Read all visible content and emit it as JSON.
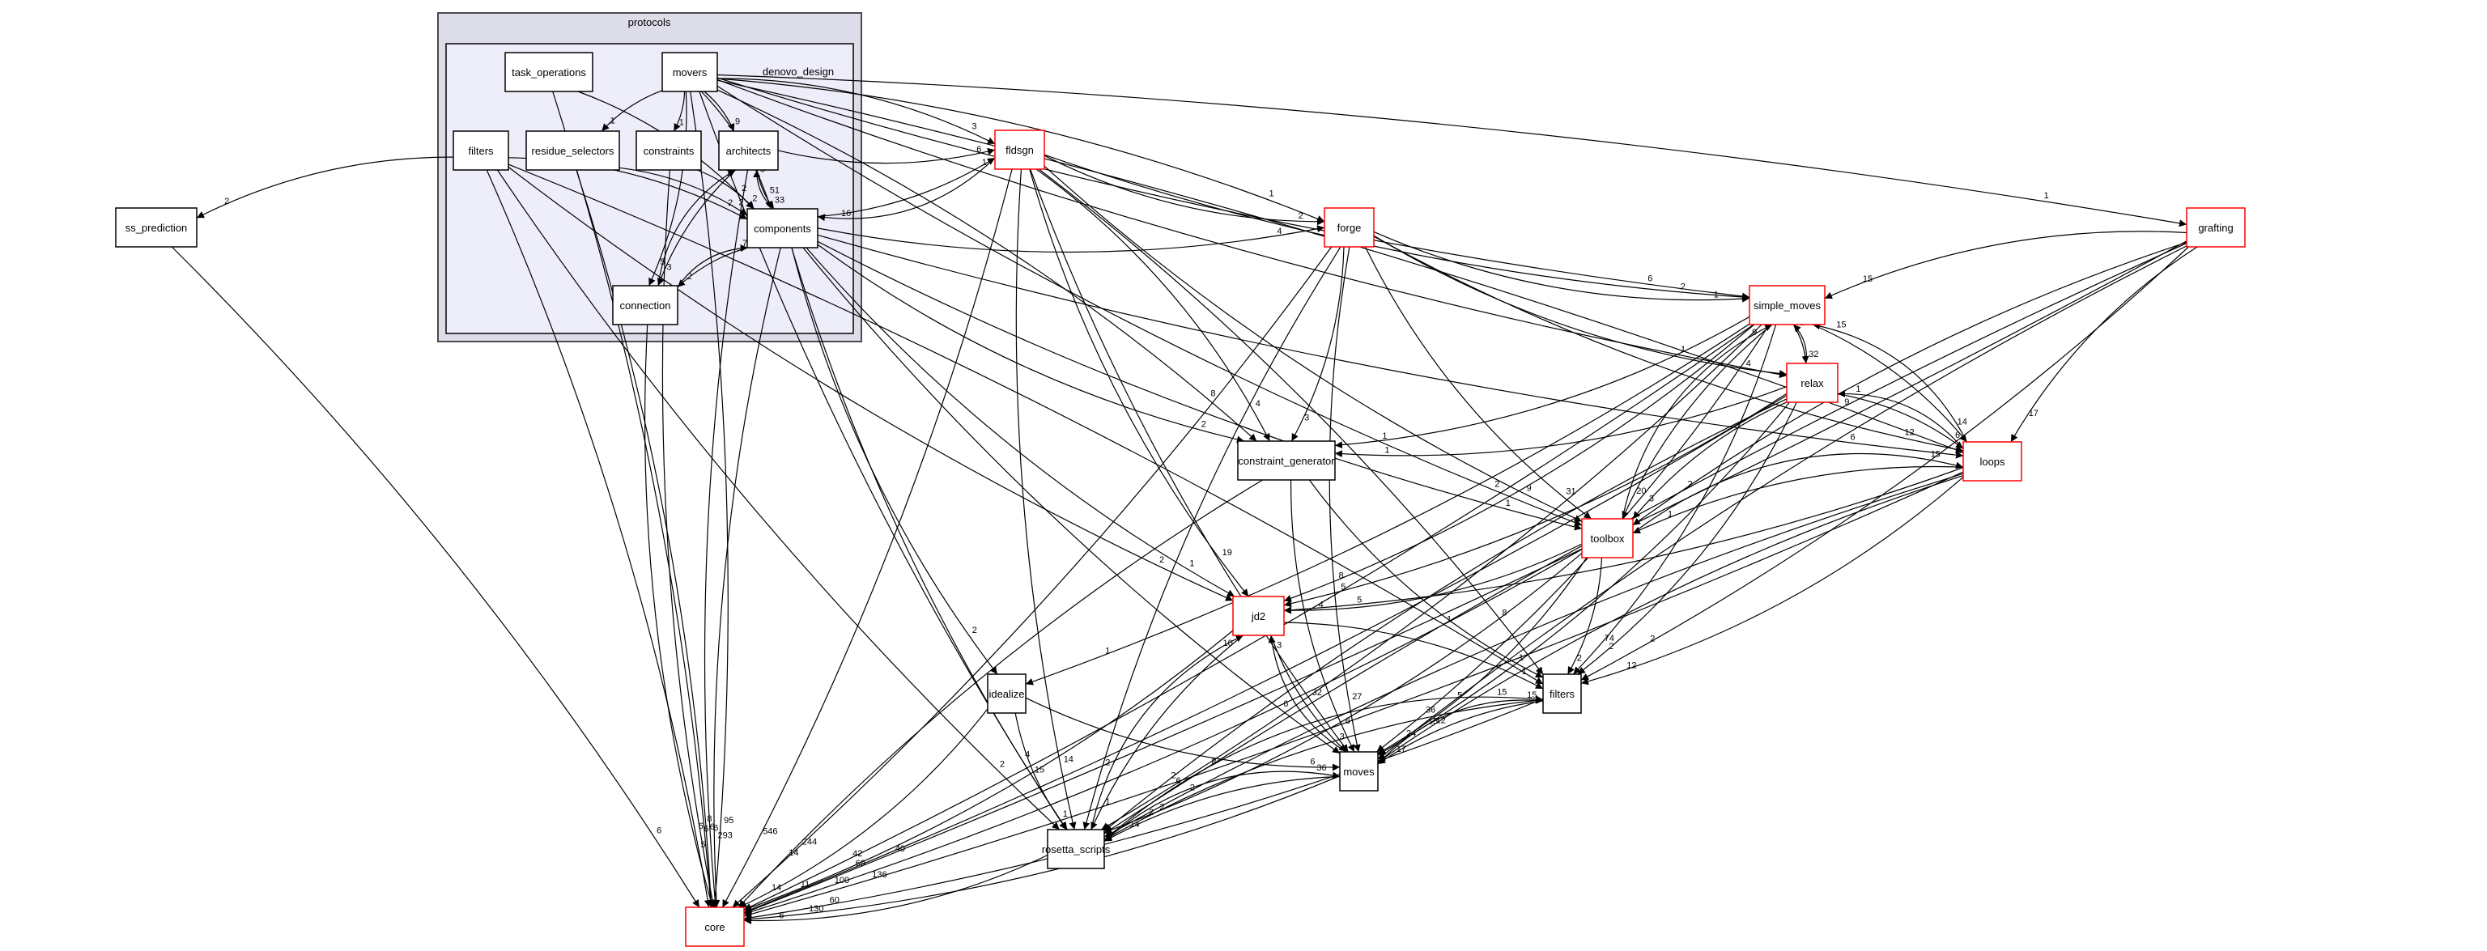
{
  "diagram": {
    "title": "denovo_design directory dependency graph",
    "clusters": [
      {
        "id": "protocols",
        "label": "protocols",
        "fill": "#dddde9",
        "stroke": "#4a4a4f"
      },
      {
        "id": "denovo_design",
        "label": "denovo_design",
        "fill": "#eeeefa",
        "stroke": "#000000"
      }
    ],
    "nodes": [
      {
        "id": "task_operations",
        "label": "task_operations",
        "cluster": "denovo_design",
        "border": "#000000"
      },
      {
        "id": "movers",
        "label": "movers",
        "cluster": "denovo_design",
        "border": "#000000"
      },
      {
        "id": "filters_dd",
        "label": "filters",
        "cluster": "denovo_design",
        "border": "#000000"
      },
      {
        "id": "residue_selectors",
        "label": "residue_selectors",
        "cluster": "denovo_design",
        "border": "#000000"
      },
      {
        "id": "constraints",
        "label": "constraints",
        "cluster": "denovo_design",
        "border": "#000000"
      },
      {
        "id": "architects",
        "label": "architects",
        "cluster": "denovo_design",
        "border": "#000000"
      },
      {
        "id": "components",
        "label": "components",
        "cluster": "denovo_design",
        "border": "#000000"
      },
      {
        "id": "connection",
        "label": "connection",
        "cluster": "denovo_design",
        "border": "#000000"
      },
      {
        "id": "ss_prediction",
        "label": "ss_prediction",
        "border": "#000000"
      },
      {
        "id": "fldsgn",
        "label": "fldsgn",
        "border": "#ff0000"
      },
      {
        "id": "forge",
        "label": "forge",
        "border": "#ff0000"
      },
      {
        "id": "grafting",
        "label": "grafting",
        "border": "#ff0000"
      },
      {
        "id": "simple_moves",
        "label": "simple_moves",
        "border": "#ff0000"
      },
      {
        "id": "relax",
        "label": "relax",
        "border": "#ff0000"
      },
      {
        "id": "loops",
        "label": "loops",
        "border": "#ff0000"
      },
      {
        "id": "constraint_generator",
        "label": "constraint_generator",
        "border": "#000000"
      },
      {
        "id": "toolbox",
        "label": "toolbox",
        "border": "#ff0000"
      },
      {
        "id": "jd2",
        "label": "jd2",
        "border": "#ff0000"
      },
      {
        "id": "idealize",
        "label": "idealize",
        "border": "#000000"
      },
      {
        "id": "filters",
        "label": "filters",
        "border": "#000000"
      },
      {
        "id": "moves",
        "label": "moves",
        "border": "#000000"
      },
      {
        "id": "rosetta_scripts",
        "label": "rosetta_scripts",
        "border": "#000000"
      },
      {
        "id": "core",
        "label": "core",
        "border": "#ff0000"
      }
    ],
    "edges": [
      {
        "from": "movers",
        "to": "architects",
        "label": "9"
      },
      {
        "from": "movers",
        "to": "residue_selectors",
        "label": "1"
      },
      {
        "from": "movers",
        "to": "constraints",
        "label": "1"
      },
      {
        "from": "movers",
        "to": "components",
        "label": "51"
      },
      {
        "from": "movers",
        "to": "fldsgn",
        "label": "3"
      },
      {
        "from": "movers",
        "to": "forge",
        "label": "1"
      },
      {
        "from": "movers",
        "to": "grafting",
        "label": "1"
      },
      {
        "from": "movers",
        "to": "simple_moves",
        "label": "6"
      },
      {
        "from": "movers",
        "to": "relax",
        "label": "1"
      },
      {
        "from": "movers",
        "to": "loops",
        "label": "9"
      },
      {
        "from": "movers",
        "to": "toolbox",
        "label": "2"
      },
      {
        "from": "movers",
        "to": "constraint_generator",
        "label": "8"
      },
      {
        "from": "movers",
        "to": "connection",
        "label": "5"
      },
      {
        "from": "movers",
        "to": "core",
        "label": "95"
      },
      {
        "from": "movers",
        "to": "rosetta_scripts",
        "label": "4"
      },
      {
        "from": "task_operations",
        "to": "components",
        "label": "2"
      },
      {
        "from": "task_operations",
        "to": "core",
        "label": "8"
      },
      {
        "from": "filters_dd",
        "to": "ss_prediction",
        "label": "2"
      },
      {
        "from": "filters_dd",
        "to": "components",
        "label": "2"
      },
      {
        "from": "filters_dd",
        "to": "jd2",
        "label": "2"
      },
      {
        "from": "filters_dd",
        "to": "filters",
        "label": "1"
      },
      {
        "from": "filters_dd",
        "to": "rosetta_scripts",
        "label": "2"
      },
      {
        "from": "filters_dd",
        "to": "core",
        "label": "6"
      },
      {
        "from": "residue_selectors",
        "to": "components",
        "label": "2"
      },
      {
        "from": "residue_selectors",
        "to": "core",
        "label": "6"
      },
      {
        "from": "constraints",
        "to": "components",
        "label": "2"
      },
      {
        "from": "constraints",
        "to": "core",
        "label": "6"
      },
      {
        "from": "architects",
        "to": "components",
        "label": "33"
      },
      {
        "from": "architects",
        "to": "connection",
        "label": "3"
      },
      {
        "from": "architects",
        "to": "fldsgn",
        "label": "6"
      },
      {
        "from": "architects",
        "to": "core",
        "label": "6"
      },
      {
        "from": "components",
        "to": "architects",
        "label": "5"
      },
      {
        "from": "components",
        "to": "connection",
        "label": "2"
      },
      {
        "from": "components",
        "to": "fldsgn",
        "label": "1"
      },
      {
        "from": "components",
        "to": "forge",
        "label": "4"
      },
      {
        "from": "components",
        "to": "constraint_generator",
        "label": "2"
      },
      {
        "from": "components",
        "to": "toolbox",
        "label": "1"
      },
      {
        "from": "components",
        "to": "loops",
        "label": "6"
      },
      {
        "from": "components",
        "to": "idealize",
        "label": "2"
      },
      {
        "from": "components",
        "to": "jd2",
        "label": "1"
      },
      {
        "from": "components",
        "to": "moves",
        "label": "6"
      },
      {
        "from": "components",
        "to": "rosetta_scripts",
        "label": "15"
      },
      {
        "from": "components",
        "to": "core",
        "label": "293"
      },
      {
        "from": "connection",
        "to": "components",
        "label": "7"
      },
      {
        "from": "connection",
        "to": "architects",
        "label": "1"
      },
      {
        "from": "connection",
        "to": "core",
        "label": "5"
      },
      {
        "from": "ss_prediction",
        "to": "core",
        "label": "6"
      },
      {
        "from": "fldsgn",
        "to": "forge",
        "label": "2"
      },
      {
        "from": "fldsgn",
        "to": "simple_moves",
        "label": "2"
      },
      {
        "from": "fldsgn",
        "to": "constraint_generator",
        "label": "4"
      },
      {
        "from": "fldsgn",
        "to": "toolbox",
        "label": "9"
      },
      {
        "from": "fldsgn",
        "to": "jd2",
        "label": "19"
      },
      {
        "from": "fldsgn",
        "to": "filters",
        "label": "8"
      },
      {
        "from": "fldsgn",
        "to": "moves",
        "label": "32"
      },
      {
        "from": "fldsgn",
        "to": "rosetta_scripts",
        "label": "14"
      },
      {
        "from": "fldsgn",
        "to": "components",
        "label": "16"
      },
      {
        "from": "fldsgn",
        "to": "core",
        "label": "546"
      },
      {
        "from": "forge",
        "to": "simple_moves",
        "label": "1"
      },
      {
        "from": "forge",
        "to": "relax",
        "label": "4"
      },
      {
        "from": "forge",
        "to": "loops",
        "label": "12"
      },
      {
        "from": "forge",
        "to": "constraint_generator",
        "label": "3"
      },
      {
        "from": "forge",
        "to": "toolbox",
        "label": "31"
      },
      {
        "from": "forge",
        "to": "moves",
        "label": "27"
      },
      {
        "from": "forge",
        "to": "rosetta_scripts",
        "label": "2"
      },
      {
        "from": "forge",
        "to": "core",
        "label": "244"
      },
      {
        "from": "grafting",
        "to": "simple_moves",
        "label": "15"
      },
      {
        "from": "grafting",
        "to": "loops",
        "label": "17"
      },
      {
        "from": "grafting",
        "to": "toolbox",
        "label": "2"
      },
      {
        "from": "grafting",
        "to": "filters",
        "label": "2"
      },
      {
        "from": "grafting",
        "to": "moves",
        "label": "5"
      },
      {
        "from": "grafting",
        "to": "rosetta_scripts",
        "label": "8"
      },
      {
        "from": "grafting",
        "to": "core",
        "label": "40"
      },
      {
        "from": "simple_moves",
        "to": "relax",
        "label": "32"
      },
      {
        "from": "simple_moves",
        "to": "loops",
        "label": "14"
      },
      {
        "from": "simple_moves",
        "to": "constraint_generator",
        "label": "1"
      },
      {
        "from": "simple_moves",
        "to": "toolbox",
        "label": "20"
      },
      {
        "from": "simple_moves",
        "to": "jd2",
        "label": "8"
      },
      {
        "from": "simple_moves",
        "to": "idealize",
        "label": "1"
      },
      {
        "from": "simple_moves",
        "to": "filters",
        "label": "74"
      },
      {
        "from": "simple_moves",
        "to": "moves",
        "label": "36"
      },
      {
        "from": "simple_moves",
        "to": "rosetta_scripts",
        "label": "6"
      },
      {
        "from": "simple_moves",
        "to": "core",
        "label": "42"
      },
      {
        "from": "relax",
        "to": "simple_moves",
        "label": "2"
      },
      {
        "from": "relax",
        "to": "loops",
        "label": "6"
      },
      {
        "from": "relax",
        "to": "constraint_generator",
        "label": "1"
      },
      {
        "from": "relax",
        "to": "toolbox",
        "label": "3"
      },
      {
        "from": "relax",
        "to": "jd2",
        "label": "5"
      },
      {
        "from": "relax",
        "to": "filters",
        "label": "2"
      },
      {
        "from": "relax",
        "to": "moves",
        "label": "15"
      },
      {
        "from": "relax",
        "to": "rosetta_scripts",
        "label": "2"
      },
      {
        "from": "relax",
        "to": "core",
        "label": "69"
      },
      {
        "from": "loops",
        "to": "simple_moves",
        "label": "15"
      },
      {
        "from": "loops",
        "to": "relax",
        "label": "1"
      },
      {
        "from": "loops",
        "to": "toolbox",
        "label": "1"
      },
      {
        "from": "loops",
        "to": "jd2",
        "label": "5"
      },
      {
        "from": "loops",
        "to": "filters",
        "label": "12"
      },
      {
        "from": "loops",
        "to": "moves",
        "label": "12"
      },
      {
        "from": "loops",
        "to": "rosetta_scripts",
        "label": "2"
      },
      {
        "from": "loops",
        "to": "core",
        "label": "136"
      },
      {
        "from": "constraint_generator",
        "to": "filters",
        "label": "1"
      },
      {
        "from": "constraint_generator",
        "to": "moves",
        "label": "6"
      },
      {
        "from": "constraint_generator",
        "to": "core",
        "label": "14"
      },
      {
        "from": "toolbox",
        "to": "loops",
        "label": "15"
      },
      {
        "from": "toolbox",
        "to": "simple_moves",
        "label": "9"
      },
      {
        "from": "toolbox",
        "to": "jd2",
        "label": "4"
      },
      {
        "from": "toolbox",
        "to": "filters",
        "label": "2"
      },
      {
        "from": "toolbox",
        "to": "moves",
        "label": "24"
      },
      {
        "from": "toolbox",
        "to": "rosetta_scripts",
        "label": "2"
      },
      {
        "from": "toolbox",
        "to": "core",
        "label": "100"
      },
      {
        "from": "jd2",
        "to": "filters",
        "label": "1"
      },
      {
        "from": "jd2",
        "to": "moves",
        "label": "3"
      },
      {
        "from": "jd2",
        "to": "rosetta_scripts",
        "label": "1"
      },
      {
        "from": "jd2",
        "to": "core",
        "label": "11"
      },
      {
        "from": "idealize",
        "to": "moves",
        "label": "6"
      },
      {
        "from": "idealize",
        "to": "rosetta_scripts",
        "label": "1"
      },
      {
        "from": "idealize",
        "to": "core",
        "label": "14"
      },
      {
        "from": "filters",
        "to": "moves",
        "label": "17"
      },
      {
        "from": "filters",
        "to": "rosetta_scripts",
        "label": "2"
      },
      {
        "from": "filters",
        "to": "core",
        "label": "60"
      },
      {
        "from": "moves",
        "to": "jd2",
        "label": "3"
      },
      {
        "from": "moves",
        "to": "filters",
        "label": "15"
      },
      {
        "from": "moves",
        "to": "rosetta_scripts",
        "label": "14"
      },
      {
        "from": "moves",
        "to": "core",
        "label": "130"
      },
      {
        "from": "rosetta_scripts",
        "to": "jd2",
        "label": "10"
      },
      {
        "from": "rosetta_scripts",
        "to": "moves",
        "label": "36"
      },
      {
        "from": "rosetta_scripts",
        "to": "filters",
        "label": "15"
      },
      {
        "from": "rosetta_scripts",
        "to": "core",
        "label": "6"
      }
    ]
  }
}
